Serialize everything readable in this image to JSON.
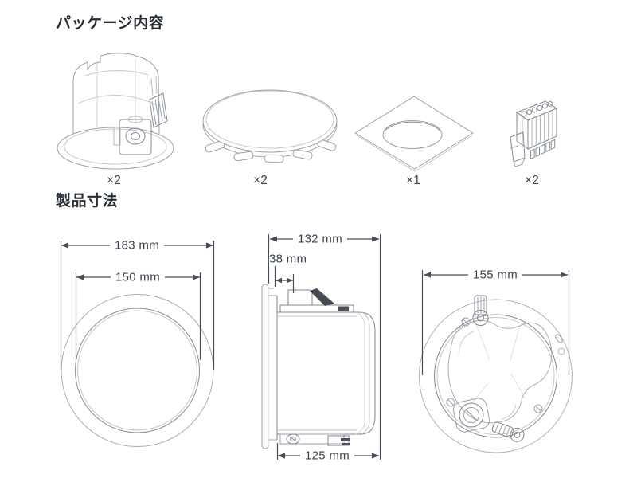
{
  "page": {
    "background": "#ffffff",
    "colors": {
      "heading_text": "#272c35",
      "dimension_text": "#3d434e",
      "dimension_line": "#474d57",
      "line_art_light": "#a8adb3",
      "line_art_dark": "#80868d"
    }
  },
  "package": {
    "title": "パッケージ内容",
    "items": [
      {
        "name": "ceiling-speaker",
        "qty": "×2"
      },
      {
        "name": "speaker-grille",
        "qty": "×2"
      },
      {
        "name": "mounting-template",
        "qty": "×1"
      },
      {
        "name": "terminal-block-connector",
        "qty": "×2"
      }
    ]
  },
  "dimensions": {
    "title": "製品寸法",
    "front_view": {
      "outer_diameter": "183 mm",
      "inner_diameter": "150 mm"
    },
    "side_view": {
      "overall_depth": "132 mm",
      "flange_depth": "38 mm",
      "body_depth": "125 mm"
    },
    "rear_view": {
      "body_diameter": "155 mm"
    }
  }
}
